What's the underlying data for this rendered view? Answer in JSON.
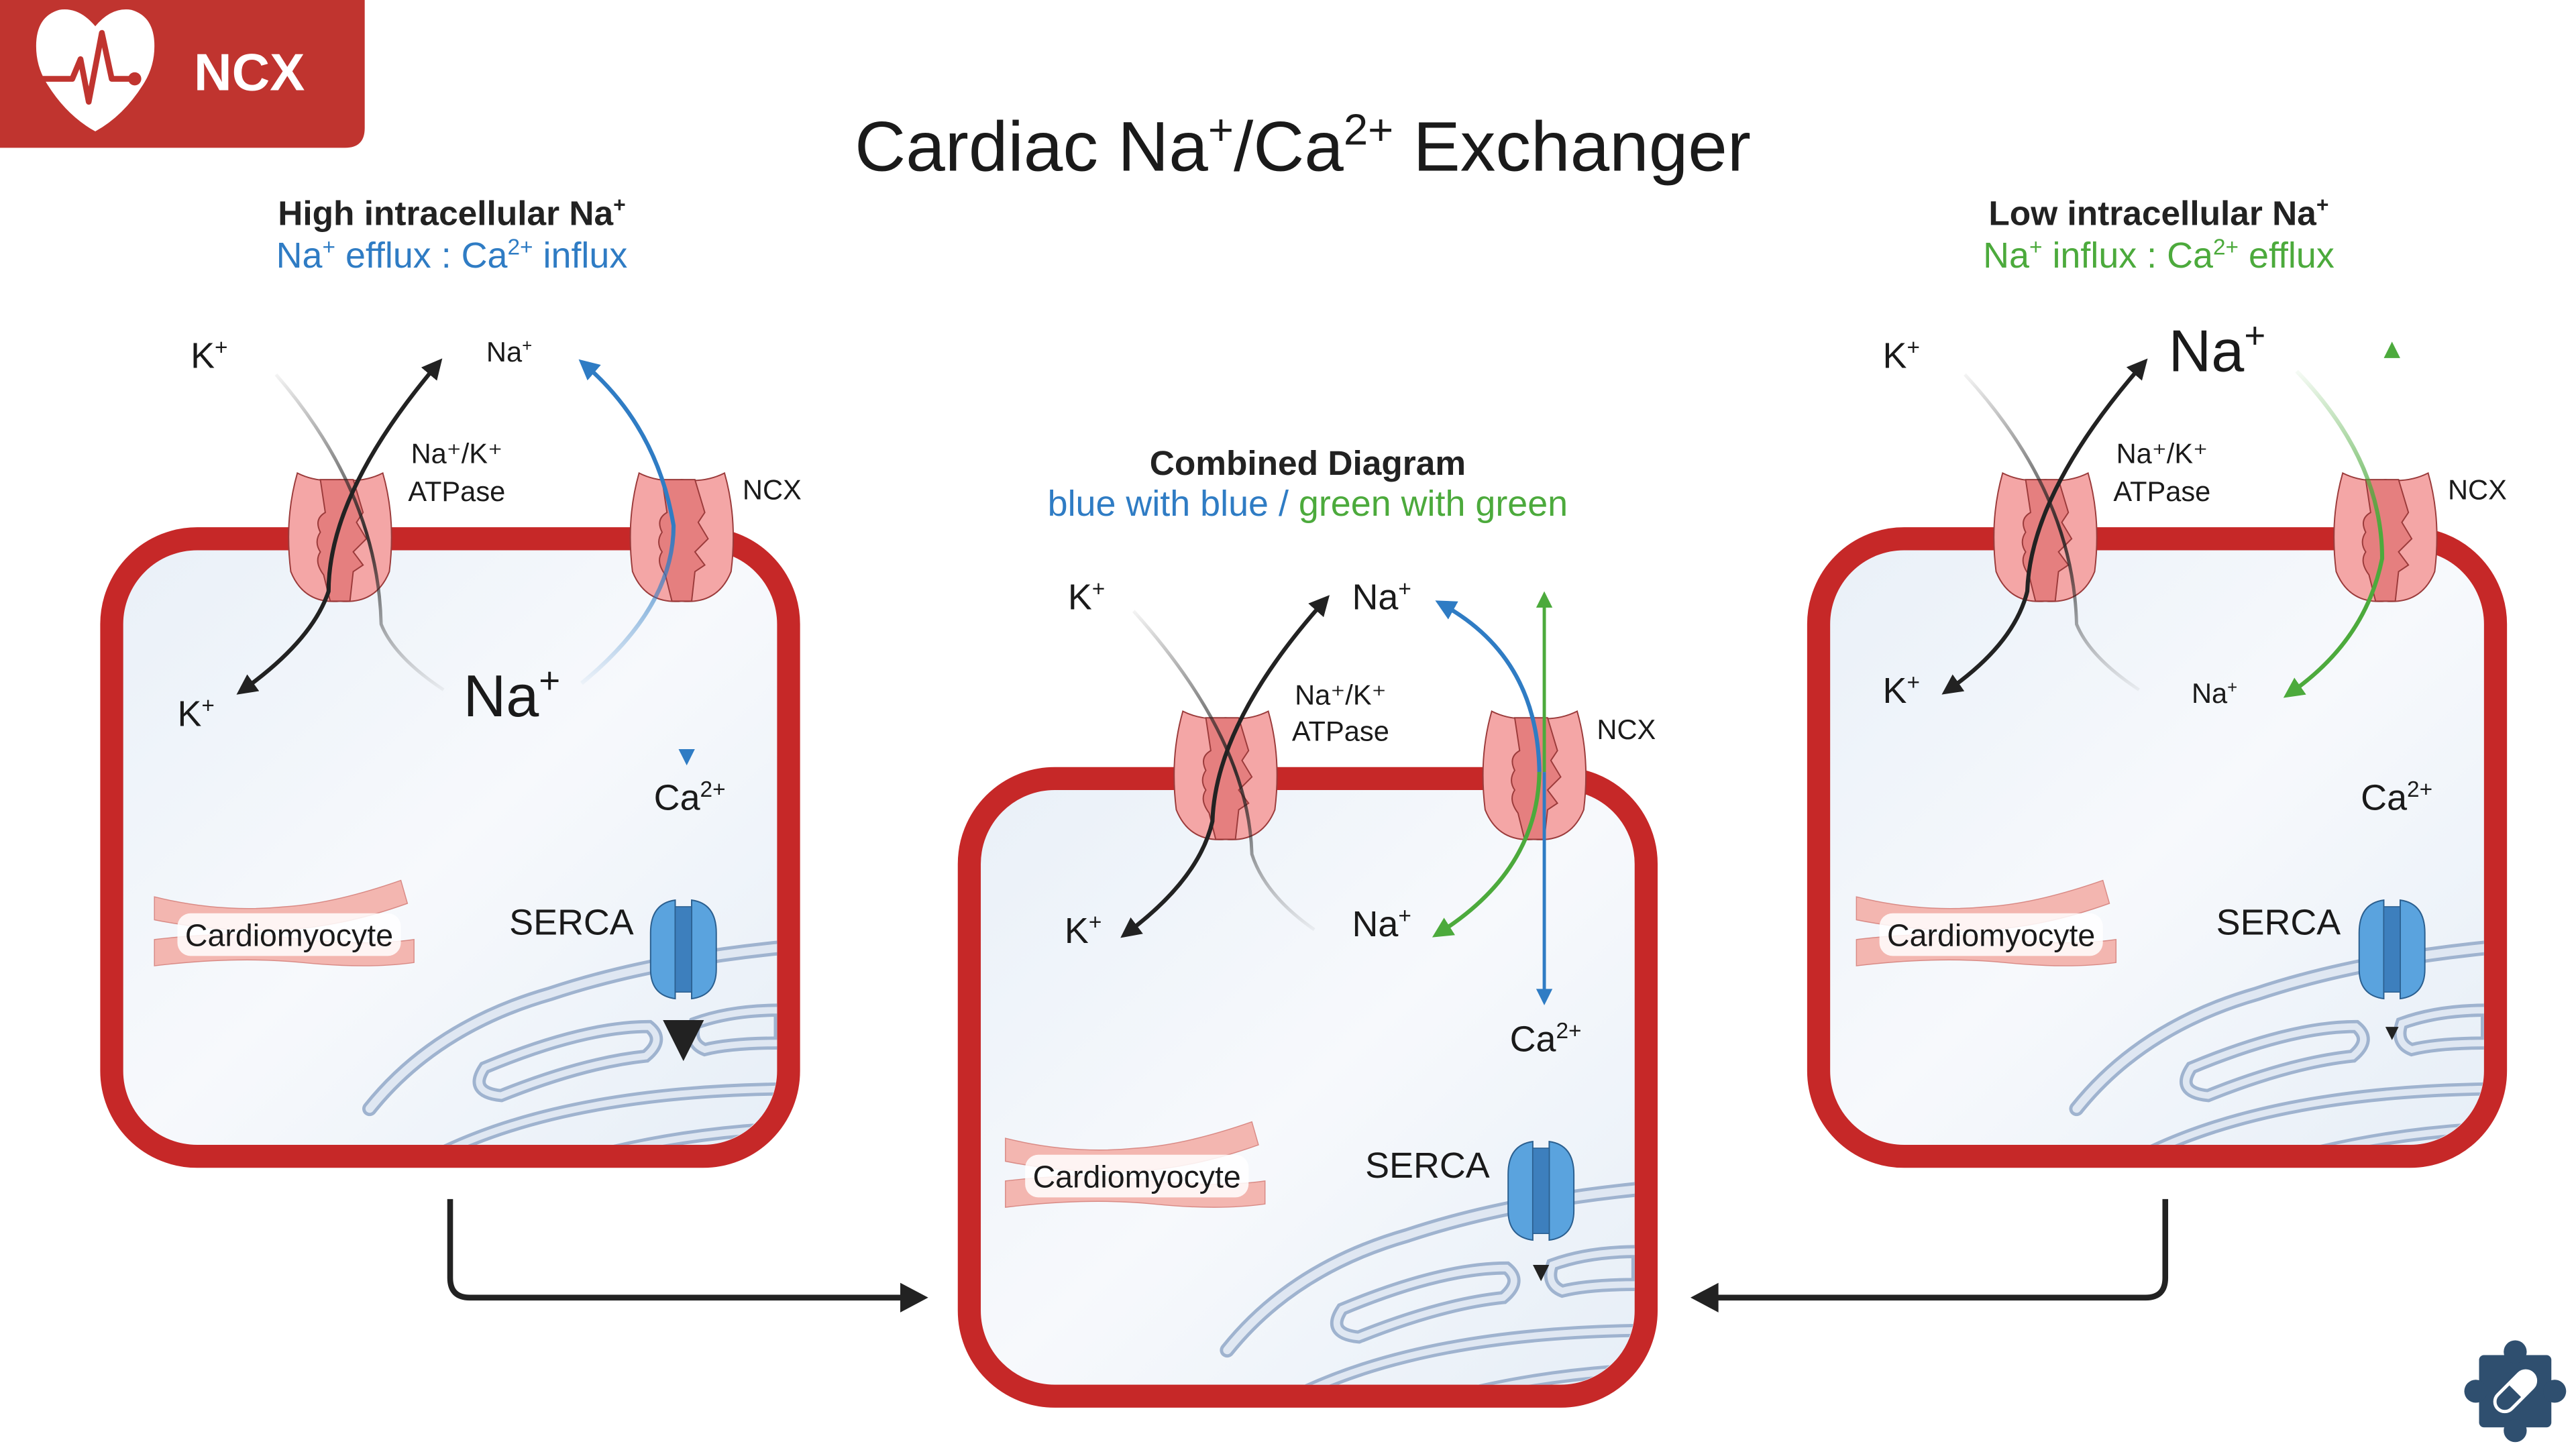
{
  "brand": {
    "badge_label": "NCX",
    "badge_icon": "heart-pulse-icon",
    "badge_color": "#c0342f",
    "corner_logo_icon": "puzzle-pill-icon",
    "corner_logo_color": "#2f4f6f"
  },
  "title": {
    "main": "Cardiac Na",
    "sup1": "+",
    "slash": "/Ca",
    "sup2": "2+",
    "rest": " Exchanger"
  },
  "colors": {
    "membrane": "#c62828",
    "cytoplasm": "#eef3f9",
    "blue_flux": "#2f7cc4",
    "green_flux": "#4caa3c",
    "pump_fill": "#f4a6a6",
    "pump_inner": "#e57f7f",
    "serca_fill": "#5aa3de",
    "er_stroke": "#9fb3cf",
    "arrow_dark": "#222222"
  },
  "panels": {
    "left": {
      "heading": "High intracellular Na",
      "heading_sup": "+",
      "subtitle_parts": [
        "Na",
        "+",
        " efflux : Ca",
        "2+",
        " influx"
      ],
      "subtitle_color": "#2f7cc4",
      "labels": {
        "k_out": "K",
        "k_out_sup": "+",
        "na_out": "Na",
        "na_out_sup": "+",
        "pump": "Na⁺/K⁺",
        "pump2": "ATPase",
        "ncx": "NCX",
        "k_in": "K",
        "k_in_sup": "+",
        "na_in": "Na",
        "na_in_sup": "+",
        "ca": "Ca",
        "ca_sup": "2+",
        "serca": "SERCA",
        "cell": "Cardiomyocyte"
      }
    },
    "center": {
      "heading": "Combined Diagram",
      "subtitle_blue": "blue with blue",
      "subtitle_sep": " / ",
      "subtitle_green": "green with green",
      "labels": {
        "k_out": "K",
        "k_out_sup": "+",
        "na_out": "Na",
        "na_out_sup": "+",
        "pump": "Na⁺/K⁺",
        "pump2": "ATPase",
        "ncx": "NCX",
        "k_in": "K",
        "k_in_sup": "+",
        "na_in": "Na",
        "na_in_sup": "+",
        "ca": "Ca",
        "ca_sup": "2+",
        "serca": "SERCA",
        "cell": "Cardiomyocyte"
      }
    },
    "right": {
      "heading": "Low intracellular Na",
      "heading_sup": "+",
      "subtitle_parts": [
        "Na",
        "+",
        " influx : Ca",
        "2+",
        " efflux"
      ],
      "subtitle_color": "#4caa3c",
      "labels": {
        "k_out": "K",
        "k_out_sup": "+",
        "na_out": "Na",
        "na_out_sup": "+",
        "pump": "Na⁺/K⁺",
        "pump2": "ATPase",
        "ncx": "NCX",
        "k_in": "K",
        "k_in_sup": "+",
        "na_in": "Na",
        "na_in_sup": "+",
        "ca": "Ca",
        "ca_sup": "2+",
        "serca": "SERCA",
        "cell": "Cardiomyocyte"
      }
    }
  }
}
